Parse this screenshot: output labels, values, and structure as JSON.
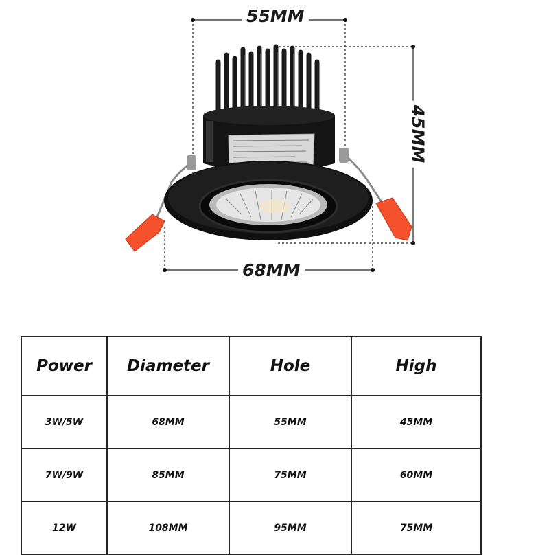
{
  "dimensions": {
    "top": "55MM",
    "bottom": "68MM",
    "side": "45MM"
  },
  "table": {
    "headers": [
      "Power",
      "Diameter",
      "Hole",
      "High"
    ],
    "rows": [
      [
        "3W/5W",
        "68MM",
        "55MM",
        "45MM"
      ],
      [
        "7W/9W",
        "85MM",
        "75MM",
        "60MM"
      ],
      [
        "12W",
        "108MM",
        "95MM",
        "75MM"
      ]
    ]
  },
  "colors": {
    "body": "#141414",
    "clip": "#f4512c",
    "lines": "#222222"
  }
}
